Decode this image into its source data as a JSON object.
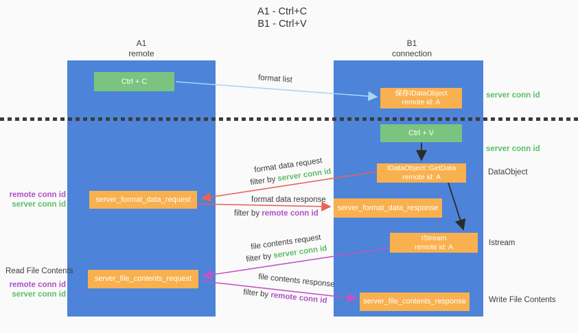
{
  "title": {
    "line1": "A1 - Ctrl+C",
    "line2": "B1 - Ctrl+V"
  },
  "lanes": {
    "left": {
      "name": "A1",
      "role": "remote"
    },
    "right": {
      "name": "B1",
      "role": "connection"
    }
  },
  "nodes": {
    "ctrl_c": "Ctrl + C",
    "ctrl_v": "Ctrl + V",
    "save_idataobject": {
      "line1": "保存IDataObject",
      "line2": "remote id: A"
    },
    "getdata": {
      "line1": "IDataObject::GetData",
      "line2": "remote id: A"
    },
    "istream": {
      "line1": "IStream",
      "line2": "remote id: A"
    },
    "format_request": "server_format_data_request",
    "format_response": "server_format_data_response",
    "file_request": "server_file_contents_request",
    "file_response": "server_file_contents_response"
  },
  "edge_labels": {
    "format_list": "format list",
    "format_data_request": "format data request",
    "format_data_response": "format data response",
    "file_contents_request": "file contents request",
    "file_contents_response": "file contents response",
    "filter_by": "filter by",
    "server_conn_id": "server conn id",
    "remote_conn_id": "remote conn id"
  },
  "side_labels": {
    "server_conn_id_top": "server conn id",
    "server_conn_id_mid": "server conn id",
    "dataobject": "DataObject",
    "istream": "Istream",
    "write_file_contents": "Write File Contents",
    "read_file_contents": "Read File Contents",
    "remote_conn_id": "remote conn id",
    "server_conn_id": "server conn id"
  },
  "colors": {
    "background": "#fafafa",
    "lane_blue": "#4d83d8",
    "node_green": "#7ac47f",
    "node_orange": "#f9b04e",
    "text_dark": "#3a3a3a",
    "id_green": "#5cbd66",
    "id_purple": "#b14fc8",
    "arrow_red": "#e8635a",
    "arrow_magenta": "#c155c6",
    "arrow_light_blue": "#a9d4f2",
    "arrow_black": "#2b2b2b"
  }
}
